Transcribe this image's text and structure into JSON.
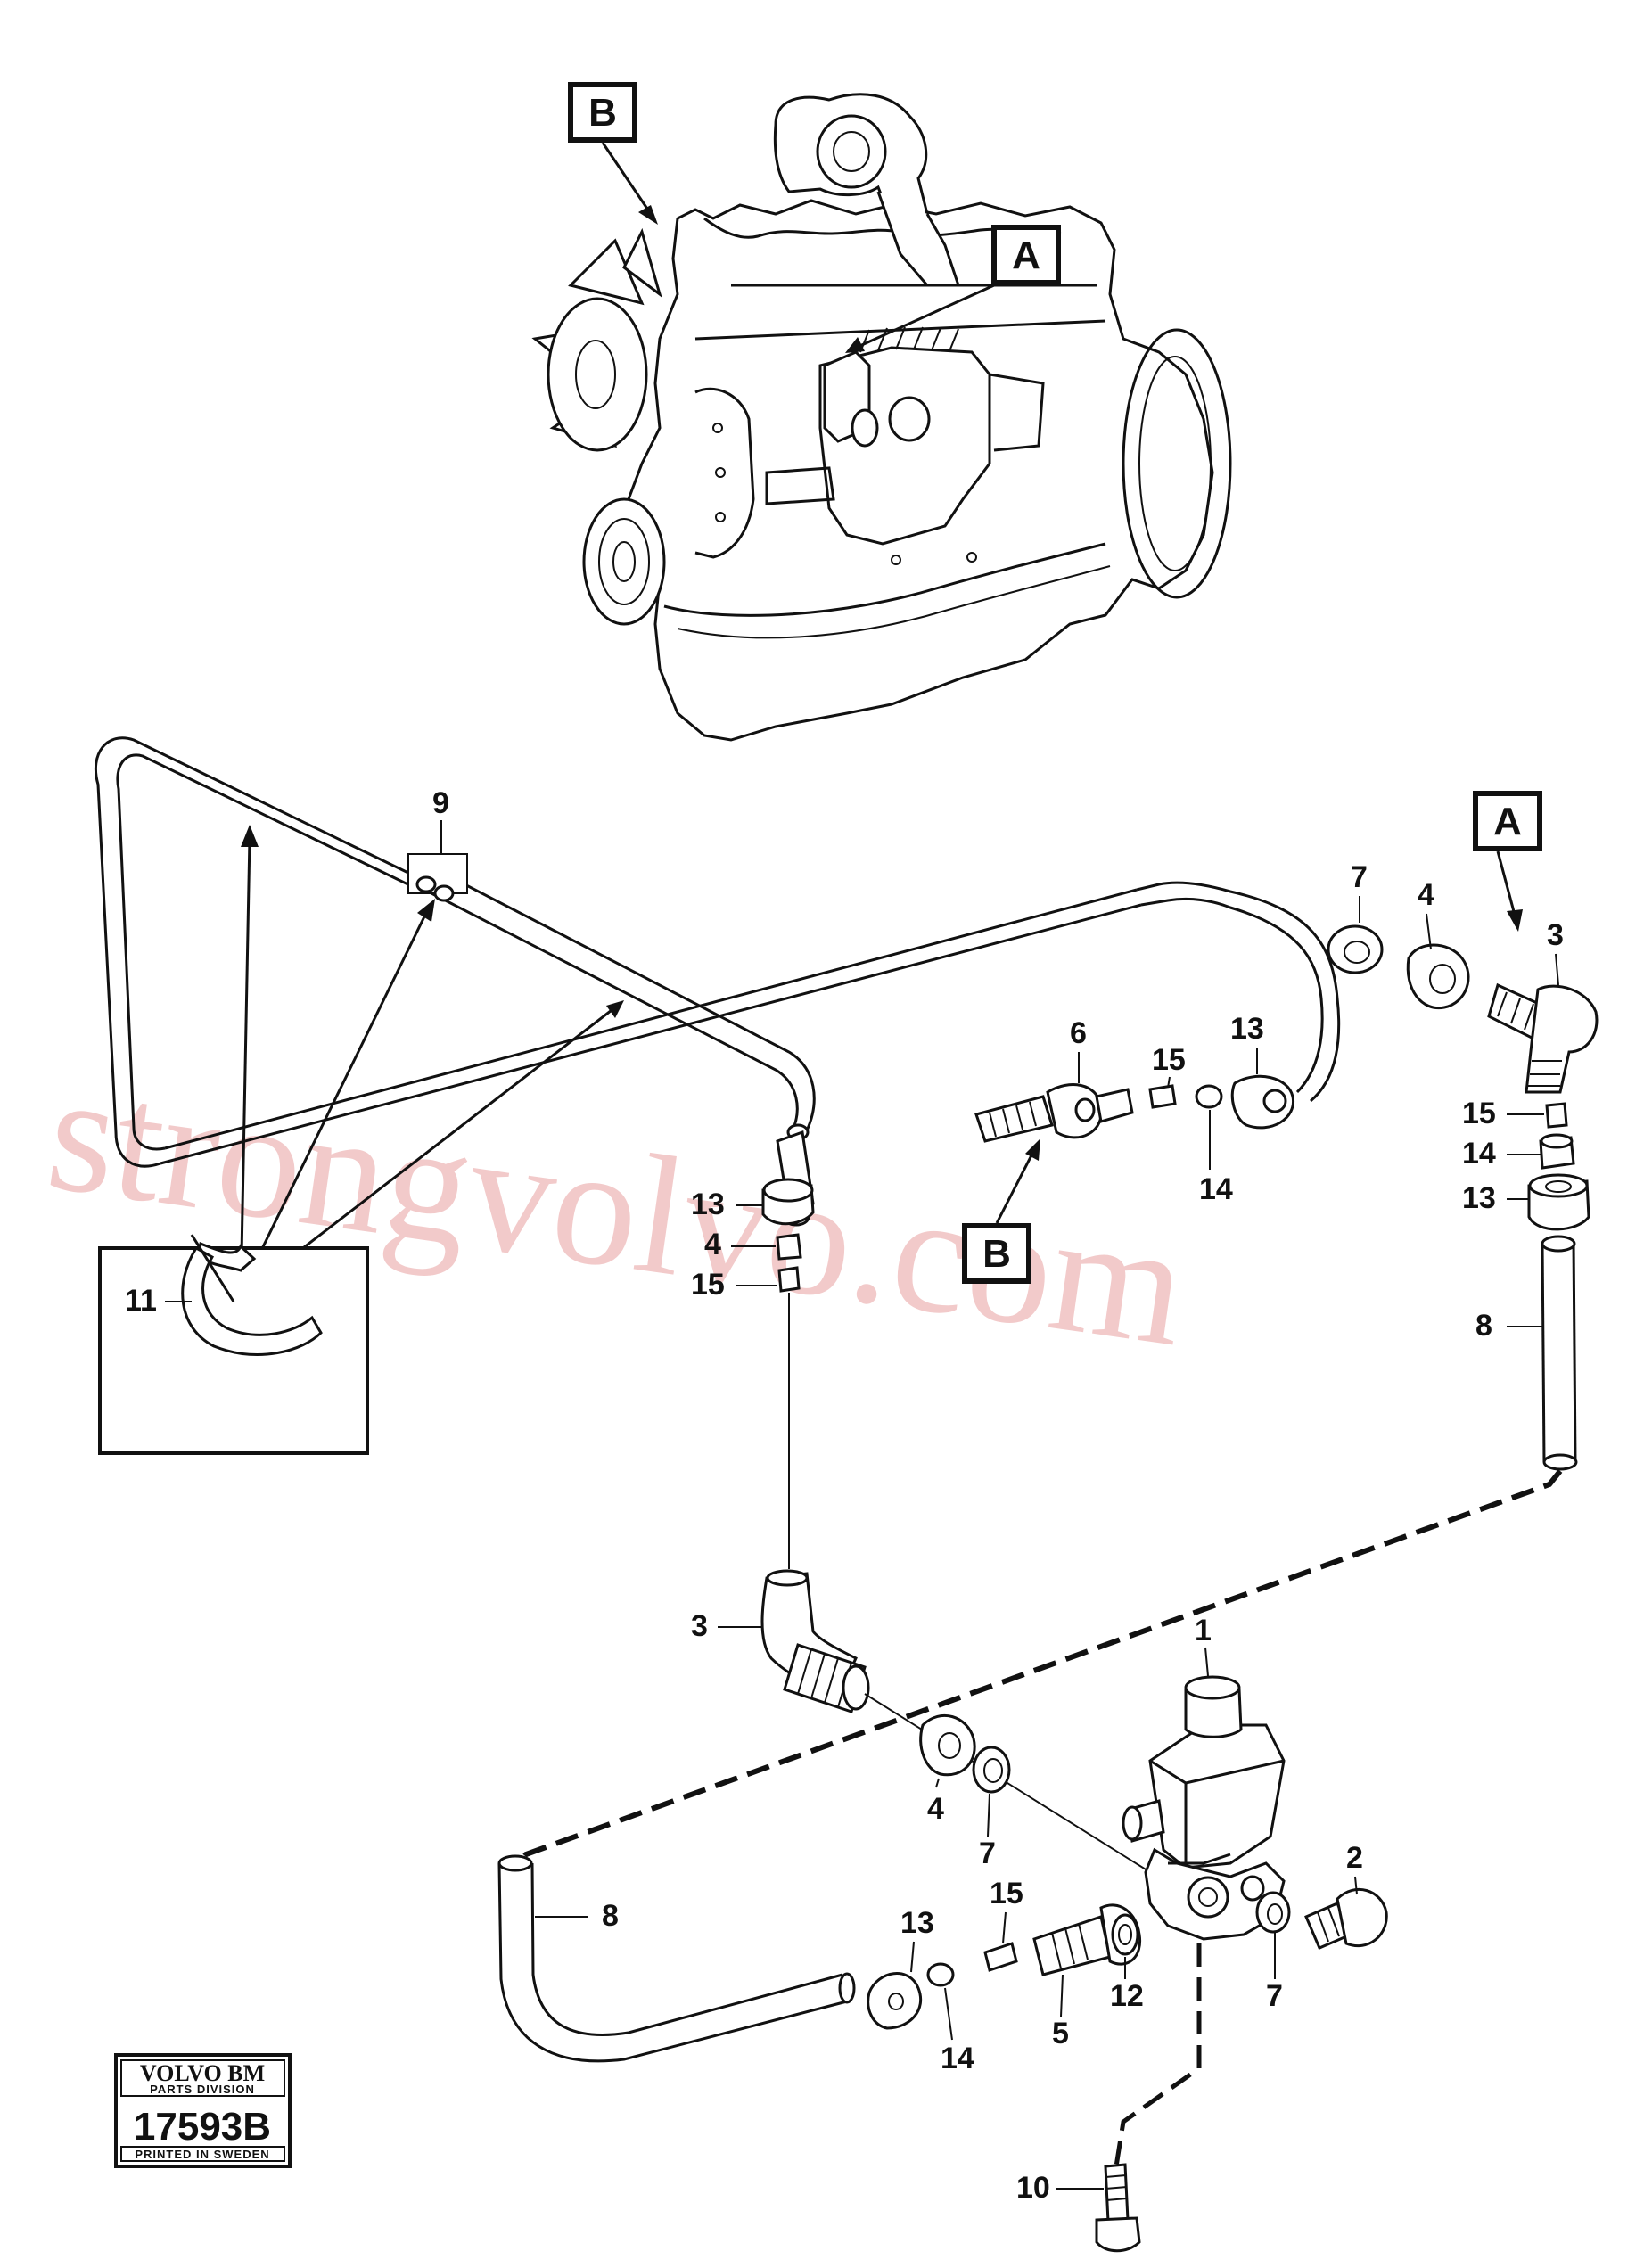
{
  "callouts": {
    "engine_a": "A",
    "engine_b": "B",
    "detail_a": "A",
    "detail_b": "B"
  },
  "labels": {
    "p1": "1",
    "p2": "2",
    "p3_top": "3",
    "p3_bottom": "3",
    "p4_top": "4",
    "p4_left": "4",
    "p4_bottom": "4",
    "p5": "5",
    "p6": "6",
    "p7_top": "7",
    "p7_bottom": "7",
    "p7_right": "7",
    "p8_right": "8",
    "p8_left": "8",
    "p9": "9",
    "p10": "10",
    "p11": "11",
    "p12": "12",
    "p13_mid": "13",
    "p13_left": "13",
    "p13_right": "13",
    "p13_bottom": "13",
    "p14_mid": "14",
    "p14_right": "14",
    "p14_bottom": "14",
    "p15_mid": "15",
    "p15_left": "15",
    "p15_right": "15",
    "p15_bottom": "15"
  },
  "logo": {
    "brand": "VOLVO BM",
    "division": "PARTS DIVISION",
    "number": "17593B",
    "printed": "PRINTED IN SWEDEN"
  },
  "watermark": "strongvolvo.com"
}
